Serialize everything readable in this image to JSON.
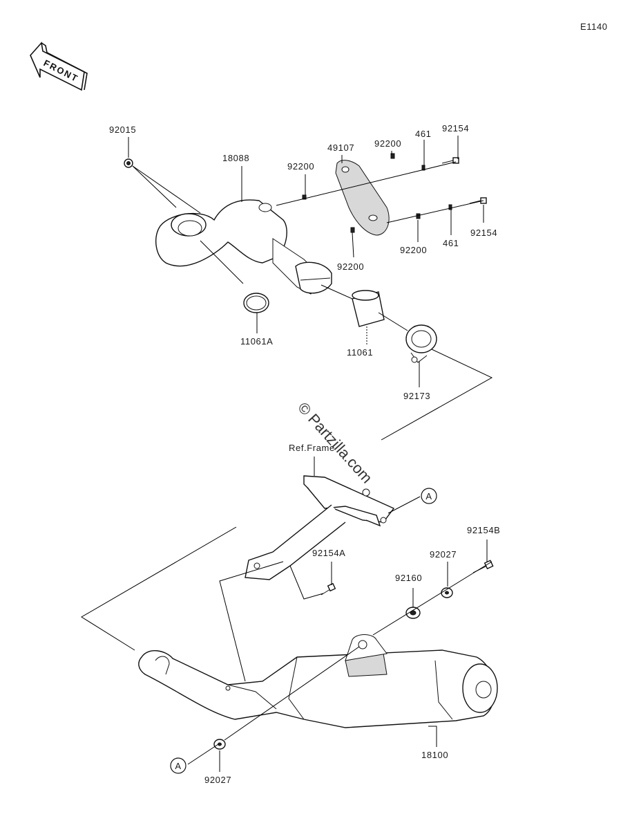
{
  "diagram_code": "E1140",
  "front_arrow_label": "FRONT",
  "watermark": "© Partzilla.com",
  "ref_label": "Ref.Frame",
  "callouts": {
    "p92015": "92015",
    "p18088": "18088",
    "p92200_a": "92200",
    "p49107": "49107",
    "p92200_b": "92200",
    "p461_a": "461",
    "p92154_a": "92154",
    "p92154_b": "92154",
    "p461_b": "461",
    "p92200_c": "92200",
    "p92200_d": "92200",
    "p11061A": "11061A",
    "p11061": "11061",
    "p92173": "92173",
    "p92154A": "92154A",
    "p92154B": "92154B",
    "p92027_a": "92027",
    "p92160": "92160",
    "p18100": "18100",
    "p92027_b": "92027"
  },
  "markers": {
    "a_upper": "A",
    "a_lower": "A"
  }
}
